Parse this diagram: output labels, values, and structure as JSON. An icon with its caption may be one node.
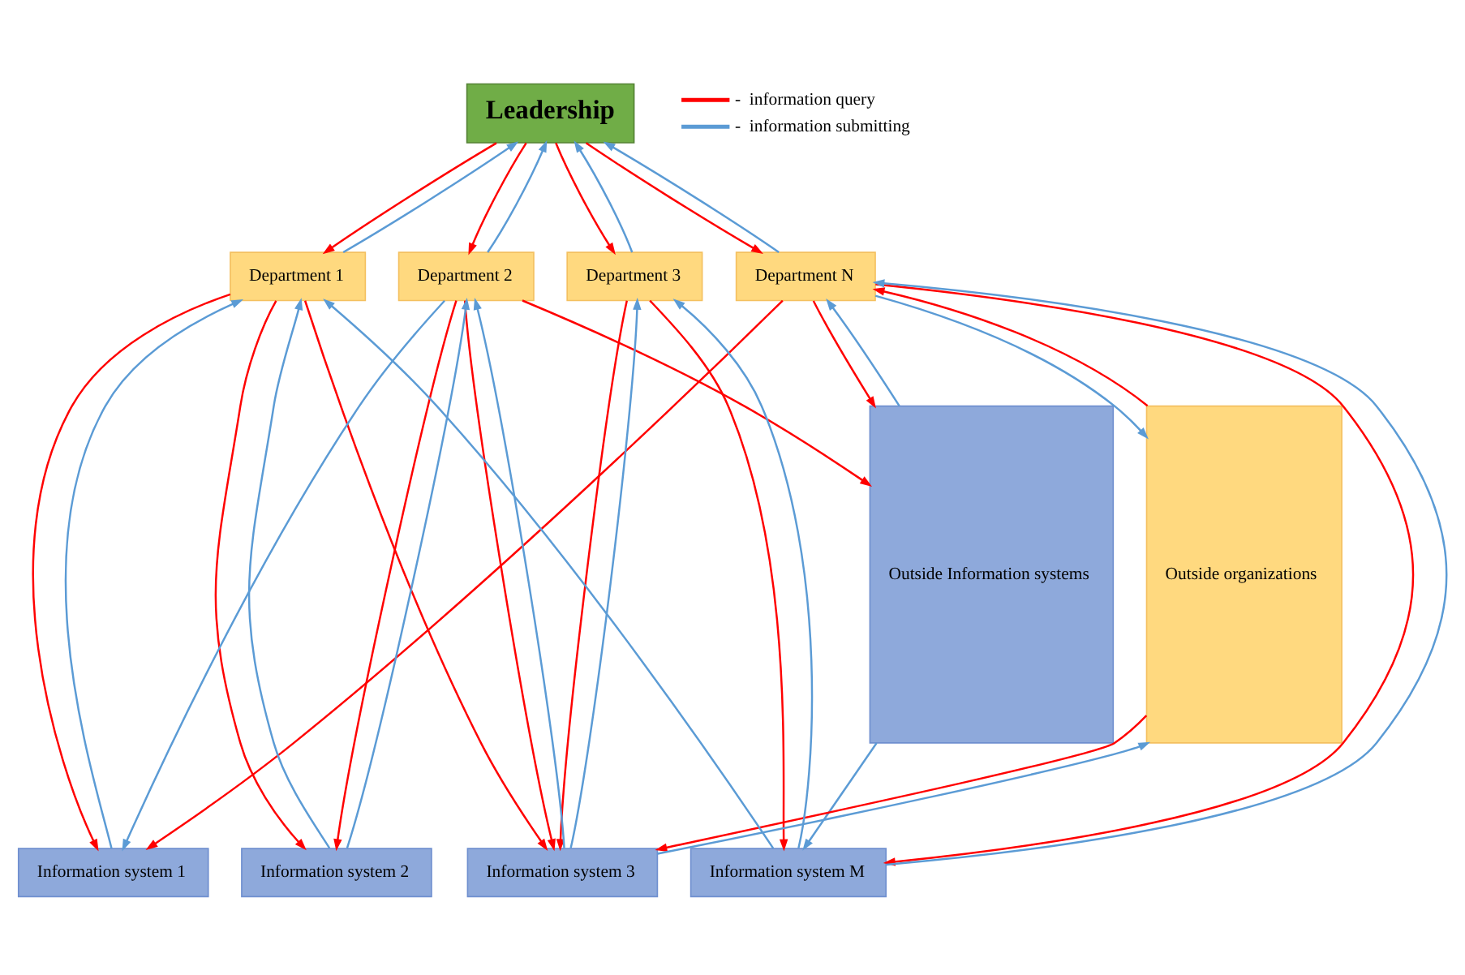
{
  "diagram": {
    "nodes": [
      {
        "text": [
          "Leadership"
        ]
      },
      {
        "text": [
          "Department 1"
        ]
      },
      {
        "text": [
          "Department 2"
        ]
      },
      {
        "text": [
          "Department 3"
        ]
      },
      {
        "text": [
          "Department N"
        ]
      },
      {
        "text": [
          "Outside Information systems"
        ]
      },
      {
        "text": [
          "Outside organizations"
        ]
      },
      {
        "text": [
          "Information system 1"
        ]
      },
      {
        "text": [
          "Information system 2"
        ]
      },
      {
        "text": [
          "Information system 3"
        ]
      },
      {
        "text": [
          "Information system M"
        ]
      }
    ],
    "edges": [
      {
        "from": 0,
        "to": 1,
        "arrow": "to",
        "color": "#ff0000"
      },
      {
        "from": 0,
        "to": 2,
        "arrow": "to",
        "color": "#ff0000"
      },
      {
        "from": 0,
        "to": 3,
        "arrow": "to",
        "color": "#ff0000"
      },
      {
        "from": 0,
        "to": 4,
        "arrow": "to",
        "color": "#ff0000"
      },
      {
        "from": 1,
        "to": 0,
        "arrow": "to",
        "color": "#5b9bd5"
      },
      {
        "from": 2,
        "to": 0,
        "arrow": "to",
        "color": "#5b9bd5"
      },
      {
        "from": 3,
        "to": 0,
        "arrow": "to",
        "color": "#5b9bd5"
      },
      {
        "from": 4,
        "to": 0,
        "arrow": "to",
        "color": "#5b9bd5"
      },
      {
        "from": 1,
        "to": 7,
        "arrow": "to",
        "color": "#ff0000"
      },
      {
        "from": 7,
        "to": 1,
        "arrow": "to",
        "color": "#5b9bd5"
      },
      {
        "from": 1,
        "to": 8,
        "arrow": "to",
        "color": "#ff0000"
      },
      {
        "from": 8,
        "to": 1,
        "arrow": "to",
        "color": "#5b9bd5"
      },
      {
        "from": 1,
        "to": 9,
        "arrow": "to",
        "color": "#ff0000"
      },
      {
        "from": 10,
        "to": 1,
        "arrow": "to",
        "color": "#5b9bd5"
      },
      {
        "from": 2,
        "to": 5,
        "arrow": "to",
        "color": "#ff0000"
      },
      {
        "from": 2,
        "to": 7,
        "arrow": "to",
        "color": "#5b9bd5"
      },
      {
        "from": 2,
        "to": 8,
        "arrow": "to",
        "color": "#ff0000"
      },
      {
        "from": 8,
        "to": 2,
        "arrow": "to",
        "color": "#5b9bd5"
      },
      {
        "from": 2,
        "to": 9,
        "arrow": "to",
        "color": "#ff0000"
      },
      {
        "from": 9,
        "to": 2,
        "arrow": "to",
        "color": "#5b9bd5"
      },
      {
        "from": 3,
        "to": 9,
        "arrow": "to",
        "color": "#ff0000"
      },
      {
        "from": 9,
        "to": 3,
        "arrow": "to",
        "color": "#5b9bd5"
      },
      {
        "from": 3,
        "to": 10,
        "arrow": "to",
        "color": "#ff0000"
      },
      {
        "from": 10,
        "to": 3,
        "arrow": "to",
        "color": "#5b9bd5"
      },
      {
        "from": 4,
        "to": 10,
        "arrow": "to",
        "color": "#ff0000"
      },
      {
        "from": 10,
        "to": 4,
        "arrow": "to",
        "color": "#5b9bd5"
      },
      {
        "from": 4,
        "to": 7,
        "arrow": "to",
        "color": "#ff0000"
      },
      {
        "from": 4,
        "to": 5,
        "arrow": "to",
        "color": "#ff0000"
      },
      {
        "from": 5,
        "to": 4,
        "arrow": "to",
        "color": "#5b9bd5"
      },
      {
        "from": 5,
        "to": 10,
        "arrow": "to",
        "color": "#5b9bd5"
      },
      {
        "from": 4,
        "to": 6,
        "arrow": "to",
        "color": "#5b9bd5"
      },
      {
        "from": 6,
        "to": 4,
        "arrow": "to",
        "color": "#ff0000"
      },
      {
        "from": 6,
        "to": 9,
        "arrow": "to",
        "color": "#ff0000"
      },
      {
        "from": 9,
        "to": 6,
        "arrow": "to",
        "color": "#5b9bd5"
      }
    ],
    "legend": [
      {
        "text": "-  information query"
      },
      {
        "text": "-  information submitting"
      }
    ]
  }
}
